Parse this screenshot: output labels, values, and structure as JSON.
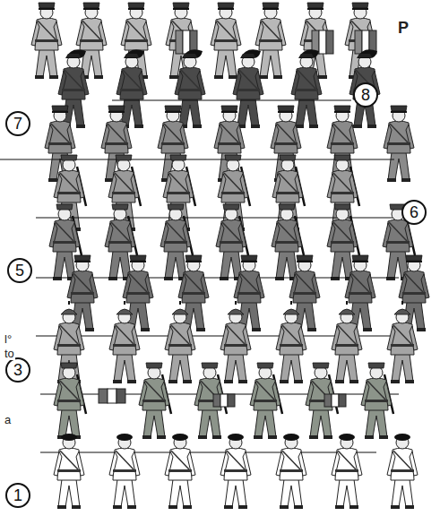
{
  "diagram": {
    "nodes": [
      {
        "text": [
          "8"
        ]
      },
      {
        "text": [
          "7"
        ]
      },
      {
        "text": [
          "6"
        ]
      },
      {
        "text": [
          "5"
        ]
      },
      {
        "text": [
          "3"
        ]
      },
      {
        "text": [
          "1"
        ]
      }
    ],
    "labels": [
      "P",
      "l°",
      "to",
      "a"
    ]
  }
}
